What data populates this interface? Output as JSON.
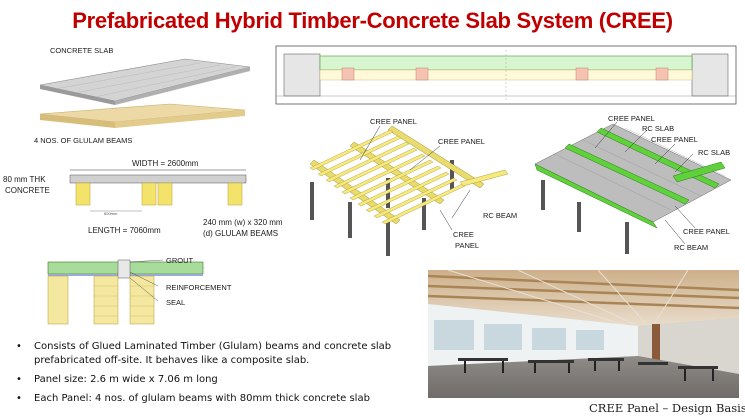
{
  "title": "Prefabricated Hybrid Timber-Concrete Slab System (CREE)",
  "exploded_view": {
    "concrete_slab_label": "CONCRETE SLAB",
    "glulam_beams_label": "4 NOS. OF GLULAM BEAMS"
  },
  "section": {
    "width_label": "WIDTH = 2600mm",
    "concrete_label_1": "80 mm THK",
    "concrete_label_2": "CONCRETE",
    "spacing_label": "600mm",
    "length_label": "LENGTH = 7060mm",
    "beam_label_1": "240 mm (w) x 320 mm",
    "beam_label_2": "(d) GLULAM BEAMS"
  },
  "joint_detail": {
    "grout_label": "GROUT",
    "reinforcement_label": "REINFORCEMENT",
    "seal_label": "SEAL"
  },
  "isometric_left": {
    "cree_panel_1": "CREE PANEL",
    "cree_panel_2": "CREE PANEL",
    "rc_beam": "RC BEAM",
    "cree_panel_3a": "CREE",
    "cree_panel_3b": "PANEL"
  },
  "isometric_right": {
    "cree_panel_1": "CREE PANEL",
    "rc_slab_1": "RC SLAB",
    "cree_panel_2": "CREE PANEL",
    "rc_slab_2": "RC SLAB",
    "cree_panel_3": "CREE PANEL",
    "rc_beam": "RC BEAM"
  },
  "bullets": [
    "Consists of Glued Laminated Timber (Glulam) beams and concrete slab prefabricated off-site. It behaves like a composite slab.",
    "Panel size: 2.6 m wide x 7.06 m long",
    "Each Panel: 4 nos. of glulam beams with 80mm thick concrete slab"
  ],
  "caption": "CREE Panel – Design Basis",
  "colors": {
    "title": "#c00000",
    "glulam": "#f4e36a",
    "concrete": "#c9c9c9",
    "rc_green": "#5fd13a"
  }
}
